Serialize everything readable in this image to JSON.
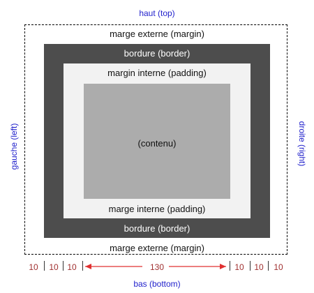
{
  "labels": {
    "top": "haut (top)",
    "bottom": "bas (bottom)",
    "left": "gauche (left)",
    "right": "droite (right)",
    "margin_top": "marge externe (margin)",
    "margin_bottom": "marge externe (margin)",
    "border_top": "bordure (border)",
    "border_bottom": "bordure (border)",
    "padding_top": "margin interne (padding)",
    "padding_bottom": "marge interne (padding)",
    "content": "(contenu)"
  },
  "dimensions": {
    "left_margin": "10",
    "left_border": "10",
    "left_padding": "10",
    "content_width": "130",
    "right_padding": "10",
    "right_border": "10",
    "right_margin": "10"
  },
  "colors": {
    "border": "#4d4d4d",
    "padding": "#f2f2f2",
    "content": "#acacac",
    "side_labels": "#2222cc",
    "dimension_text": "#a03030",
    "arrow": "#e03030"
  }
}
